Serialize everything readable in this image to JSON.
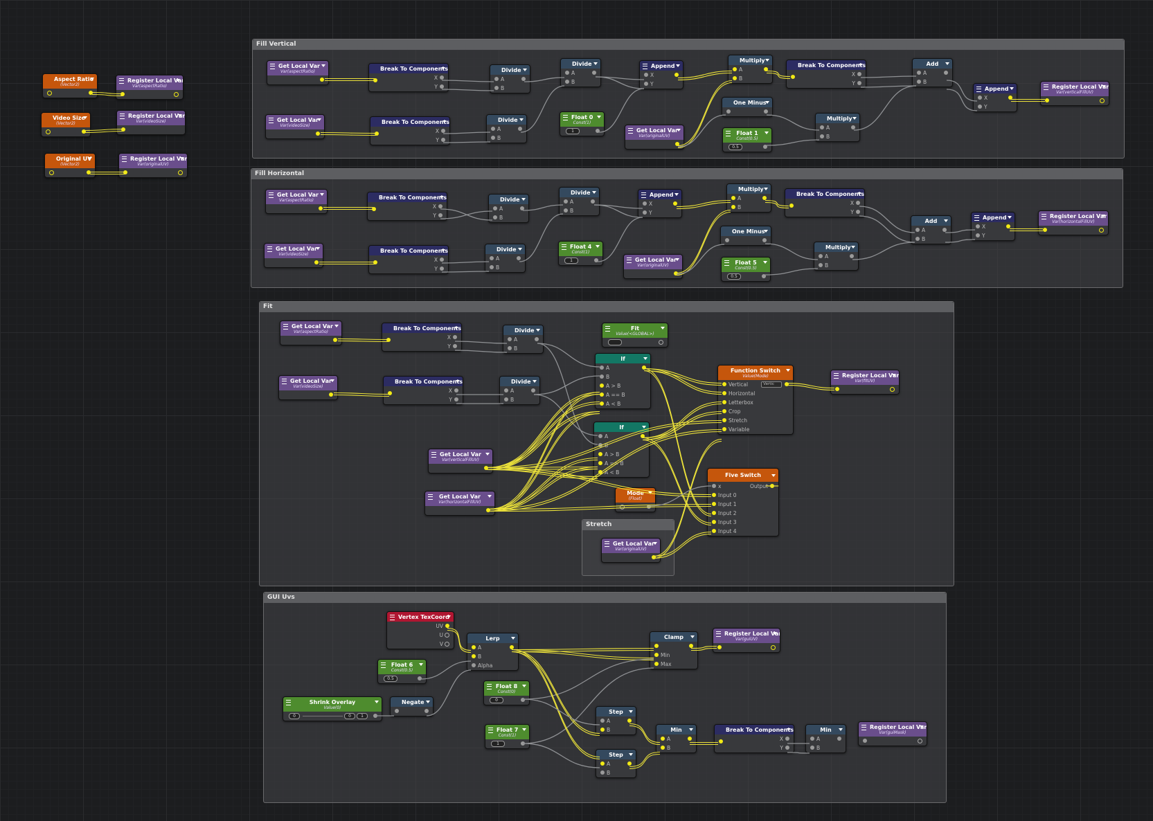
{
  "groups": {
    "fill_vertical": "Fill Vertical",
    "fill_horizontal": "Fill Horizontal",
    "fit": "Fit",
    "stretch": "Stretch",
    "gui_uvs": "GUI Uvs"
  },
  "labels": {
    "get_local_var": "Get Local Var",
    "register_local_var": "Register Local Var",
    "break_to_components": "Break To Components",
    "divide": "Divide",
    "multiply": "Multiply",
    "append": "Append",
    "add": "Add",
    "one_minus": "One Minus",
    "a": "A",
    "b": "B",
    "x": "X",
    "y": "Y",
    "u": "U",
    "v": "V",
    "uv": "UV",
    "alpha": "Alpha",
    "min": "Min",
    "max": "Max",
    "output": "Output",
    "x_lower": "x",
    "a_gt_b": "A > B",
    "a_eq_b": "A == B",
    "a_lt_b": "A < B"
  },
  "top_nodes": {
    "aspect_ratio": "Aspect Ratio",
    "video_size": "Video Size",
    "original_uv": "Original UV",
    "vector2": "(Vector2)"
  },
  "vars": {
    "aspect_ratio": "Var(aspectRatio)",
    "video_size": "Var(videoSize)",
    "original_uv": "Var(originalUV)",
    "vertical_fill_uv": "Var(verticalFillUV)",
    "horizontal_fill_uv": "Var(horizontalFillUV)",
    "fit_uv": "Var(fitUV)",
    "gui_uv": "Var(guiUV)",
    "gui_mask": "Var(guiMask)"
  },
  "floats": {
    "float0": "Float 0",
    "float1": "Float 1",
    "float4": "Float 4",
    "float5": "Float 5",
    "float6": "Float 6",
    "float7": "Float 7",
    "float8": "Float 8",
    "const1": "Const(1)",
    "const05": "Const(0.5)",
    "const0": "Const(0)",
    "v1": "1",
    "v05": "0.5",
    "v0": "0"
  },
  "fit_nodes": {
    "fit": "Fit",
    "value_global": "Value(<GLOBAL>)",
    "if": "If",
    "function_switch": "Function Switch",
    "value_mode": "Value(Mode)",
    "vertic": "Vertic",
    "options": [
      "Vertical",
      "Horizontal",
      "Letterbox",
      "Crop",
      "Stretch",
      "Variable"
    ],
    "five_switch": "Five Switch",
    "inputs": [
      "Input 0",
      "Input 1",
      "Input 2",
      "Input 3",
      "Input 4"
    ],
    "mode": "Mode",
    "float_type": "(Float)"
  },
  "gui_nodes": {
    "vertex_texcoord": "Vertex TexCoord",
    "lerp": "Lerp",
    "clamp": "Clamp",
    "shrink_overlay": "Shrink Overlay",
    "value0": "Value(0)",
    "negate": "Negate",
    "step": "Step",
    "min": "Min",
    "s0": "0",
    "s1": "1"
  },
  "colors": {
    "wire_yellow": "#ece23a",
    "wire_gray": "#8f9194",
    "canvas": "#1c1d1f"
  }
}
